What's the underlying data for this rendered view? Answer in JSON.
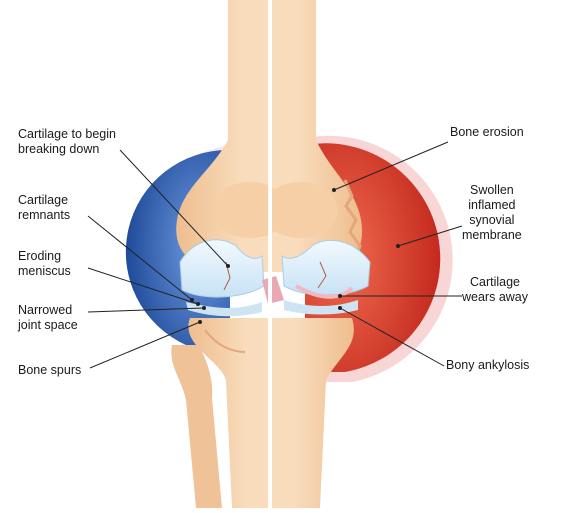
{
  "labels": {
    "left": [
      {
        "id": "cartilage-breaking",
        "text": "Cartilage to begin\nbreaking down"
      },
      {
        "id": "cartilage-remnants",
        "text": "Cartilage\nremnants"
      },
      {
        "id": "eroding-meniscus",
        "text": "Eroding\nmeniscus"
      },
      {
        "id": "narrowed-joint",
        "text": "Narrowed\njoint space"
      },
      {
        "id": "bone-spurs",
        "text": "Bone spurs"
      }
    ],
    "right": [
      {
        "id": "bone-erosion",
        "text": "Bone erosion"
      },
      {
        "id": "swollen-membrane",
        "text": "Swollen\ninflamed\nsynovial\nmembrane"
      },
      {
        "id": "cartilage-wears",
        "text": "Cartilage\nwears away"
      },
      {
        "id": "bony-ankylosis",
        "text": "Bony ankylosis"
      }
    ]
  },
  "colors": {
    "bone": "#f5d3ad",
    "bone_shade": "#e8b98c",
    "synovial_left": "#2e5aa8",
    "synovial_right": "#d8362a",
    "cartilage": "#dff0fb",
    "divider": "#ffffff"
  }
}
